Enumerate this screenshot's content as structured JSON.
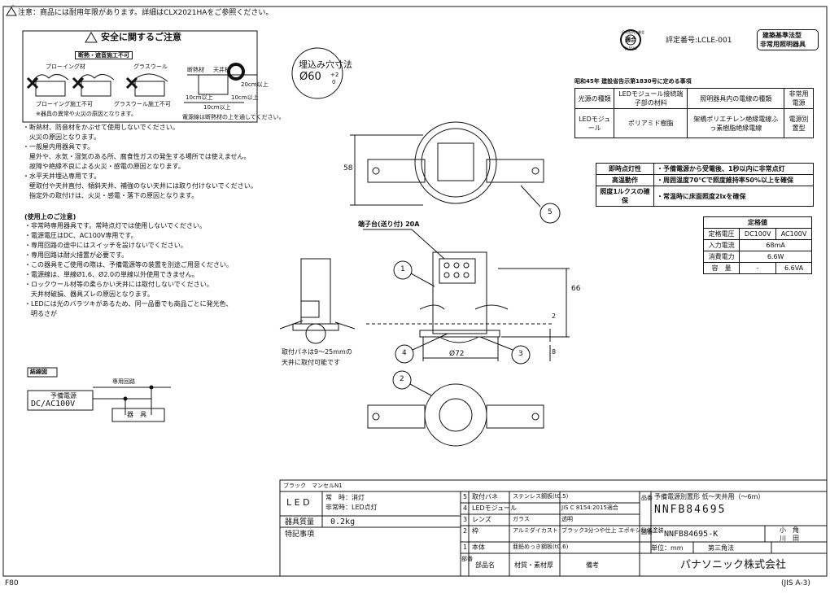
{
  "notice": "注意：商品には耐用年限があります。詳細はCLX2021HAをご参照ください。",
  "safety": {
    "title": "安全に関するご注意",
    "no_insulation_label": "断熱・遮音施工不可",
    "blowing_label": "ブローイング材",
    "glasswool_label": "グラスウール",
    "blowing_no": "ブローイング施工不可",
    "glasswool_no": "グラスウール施工不可",
    "fire_cause": "※器具の異常や火災の原因となります。",
    "insul_mat": "断熱材",
    "ceiling_mat": "天井材",
    "dim_20": "20cm以上",
    "dim_10a": "10cm以上",
    "dim_10b": "10cm以上",
    "dim_10c": "10cm以上",
    "keep_away": "電源線は断熱材の上を通してください。",
    "lines": [
      "・断熱材、防音材をかぶせて使用しないでください。",
      "　火災の原因となります。",
      "・一般屋内用器具です。",
      "　屋外や、水気・湿気のある所、腐食性ガスの発生する場所では使えません。",
      "　故障や絶縁不良による火災・感電の原因となります。",
      "・水平天井埋込専用です。",
      "　壁取付や天井直付、傾斜天井、補強のない天井には取り付けないでください。",
      "　指定外の取付けは、火災・感電・落下の原因となります。"
    ]
  },
  "usage": {
    "title": "(使用上のご注意)",
    "lines": [
      "・非常時専用器具です。常時点灯では使用しないでください。",
      "・電源電圧はDC、AC100V専用です。",
      "・専用回路の途中にはスイッチを設けないでください。",
      "・専用回路は耐火措置が必要です。",
      "・この器具をご使用の際は、予備電源等の装置を別途ご用意ください。",
      "・電源線は、単線Ø1.6、Ø2.0の単線以外使用できません。",
      "・ロックウール材等の柔らかい天井には取付しないでください。",
      "　天井材破損、器具ズレの原因となります。",
      "・LEDには光のバラツキがあるため、同一品番でも商品ごとに発光色、",
      "　明るさが"
    ]
  },
  "wiring": {
    "title": "結線図",
    "dedicated": "専用回路",
    "power_label": "予備電源",
    "power_value": "DC/AC100V",
    "fixture": "器　具"
  },
  "cutout": {
    "label": "埋込み穴寸法",
    "value": "Ø60",
    "tol_top": "+2",
    "tol_bottom": "0"
  },
  "cert": {
    "seal_top": "日本照明工業会",
    "seal_mid": "適合",
    "seal_bot": "JIL5501",
    "number": "評定番号:LCLE-001",
    "badge_line1": "建築基準法型",
    "badge_line2": "非常用照明器具"
  },
  "notice_table": {
    "caption": "昭和45年 建設省告示第1830号に定める事項",
    "headers": [
      "光源の種類",
      "LEDモジュール接続端子部の材料",
      "照明器具内の電線の種類",
      "非常用電源"
    ],
    "row": [
      "LEDモジュール",
      "ポリアミド樹脂",
      "架橋ポリエチレン絶縁電線ふっ素樹脂絶縁電線",
      "電源別置型"
    ]
  },
  "characteristics": [
    {
      "label": "即時点灯性",
      "value": "・予備電源から受電後、1秒以内に非常点灯"
    },
    {
      "label": "高温動作",
      "value": "・周囲温度70℃で照度維持率50%以上を確保"
    },
    {
      "label": "照度1ルクスの確保",
      "value": "・常温時に床面照度2lxを確保"
    }
  ],
  "ratings": {
    "title": "定格値",
    "rows": [
      [
        "定格電圧",
        "DC100V",
        "AC100V"
      ],
      [
        "入力電流",
        "68mA",
        ""
      ],
      [
        "消費電力",
        "6.6W",
        ""
      ],
      [
        "容　量",
        "-",
        "6.6VA"
      ]
    ]
  },
  "drawing": {
    "dim_58": "58",
    "dim_66": "66",
    "dim_2": "2",
    "dim_8": "8",
    "dim_72": "Ø72",
    "terminal": "端子台(送り付) 20A",
    "panel_note1": "取付パネは9～25mmの",
    "panel_note2": "天井に取付可能です",
    "callouts": [
      "1",
      "2",
      "3",
      "4",
      "5"
    ]
  },
  "spec_left": {
    "finish": "ブラック　マンセルN1",
    "led": "L E D",
    "led_normal": "常　時：消灯",
    "led_emergency": "非常時：LED点灯",
    "mass_label": "器具質量",
    "mass_value": "0.2kg",
    "remarks_label": "特記事項"
  },
  "parts": [
    [
      "5",
      "取付バネ",
      "ステンレス鋼板(t0.5)",
      ""
    ],
    [
      "4",
      "LEDモジュール",
      "",
      "JIS C 8154:2015適合"
    ],
    [
      "3",
      "レンズ",
      "ガラス",
      "透明"
    ],
    [
      "2",
      "枠",
      "アルミダイカスト",
      "ブラック3分つや仕上 エポキシ粉体塗装"
    ],
    [
      "1",
      "本体",
      "亜鉛めっき鋼板(t0.6)",
      ""
    ]
  ],
  "parts_header": [
    "部番",
    "部品名",
    "材質・素材厚",
    "備考"
  ],
  "title_block": {
    "product_label": "品番",
    "product_desc": "予備電源別置形 低～天井用（～6m）",
    "product_no": "NNFB84695",
    "drawing_label": "図番",
    "drawing_no": "NNFB84695-K",
    "person1": "小　角",
    "person2": "川　田",
    "unit": "単位：mm",
    "projection": "第三角法",
    "company": "パナソニック株式会社"
  },
  "corner_left": "F80",
  "corner_right": "(JIS A-3)"
}
